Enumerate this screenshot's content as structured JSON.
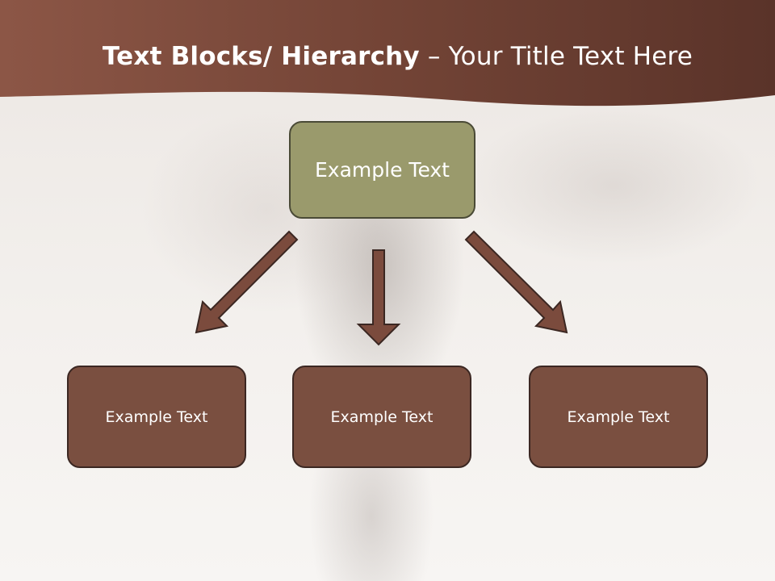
{
  "title": {
    "bold_part": "Text Blocks/ Hierarchy",
    "light_part": "– Your Title Text Here"
  },
  "diagram": {
    "top_node": "Example Text",
    "children": [
      "Example Text",
      "Example Text",
      "Example Text"
    ]
  },
  "colors": {
    "header_brown": "#744436",
    "top_node_olive": "#9a9a6c",
    "child_node_brown": "#7a4f40",
    "arrow_brown": "#7b4b3d",
    "outline_dark": "#3b2722"
  }
}
